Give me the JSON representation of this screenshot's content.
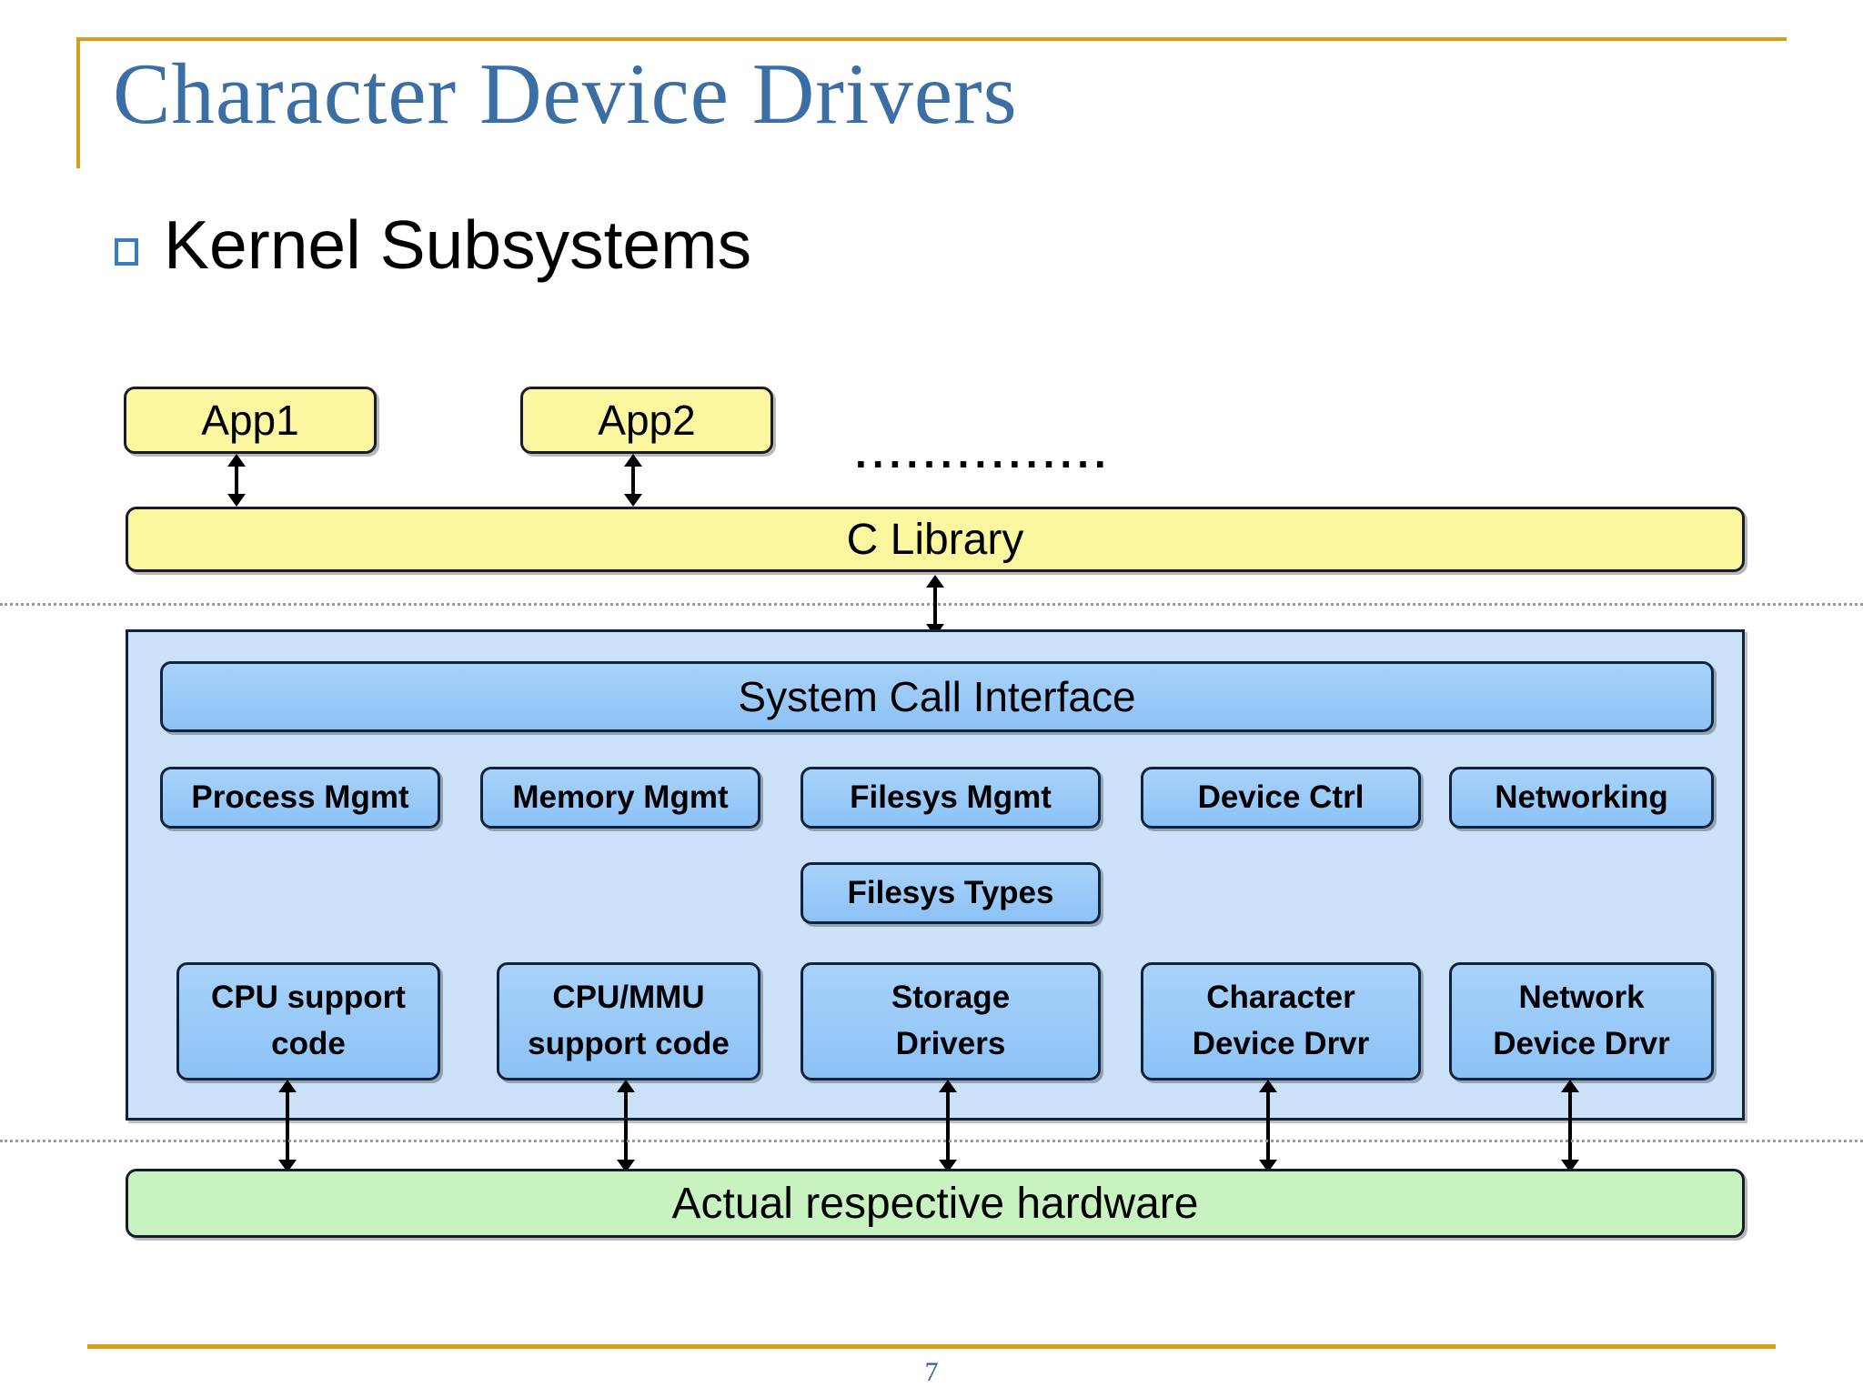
{
  "slide": {
    "title": "Character Device Drivers",
    "heading": "Kernel Subsystems",
    "bullet_icon": "hollow-square-bullet-icon",
    "page_number": "7"
  },
  "colors": {
    "title_blue": "#3a6ea5",
    "rule_gold": "#d4a017",
    "app_yellow": "#fbf7a0",
    "kernel_panel_blue": "#cae1f8",
    "kernel_box_blue": "#8cc2f6",
    "hardware_green": "#c8f3c0",
    "outline": "#10233d",
    "page_number_blue": "#2f6098"
  },
  "diagram": {
    "user_space": {
      "apps": [
        {
          "label": "App1"
        },
        {
          "label": "App2"
        }
      ],
      "ellipsis": "...............",
      "c_library": {
        "label": "C Library"
      }
    },
    "kernel_space": {
      "system_call_interface": {
        "label": "System Call Interface"
      },
      "subsystems": [
        {
          "label": "Process Mgmt"
        },
        {
          "label": "Memory Mgmt"
        },
        {
          "label": "Filesys Mgmt"
        },
        {
          "label": "Device Ctrl"
        },
        {
          "label": "Networking"
        }
      ],
      "filesys_types": {
        "label": "Filesys Types"
      },
      "drivers": [
        {
          "line1": "CPU support",
          "line2": "code"
        },
        {
          "line1": "CPU/MMU",
          "line2": "support code"
        },
        {
          "line1": "Storage",
          "line2": "Drivers"
        },
        {
          "line1": "Character",
          "line2": "Device Drvr"
        },
        {
          "line1": "Network",
          "line2": "Device Drvr"
        }
      ]
    },
    "hardware": {
      "label": "Actual respective hardware"
    }
  }
}
